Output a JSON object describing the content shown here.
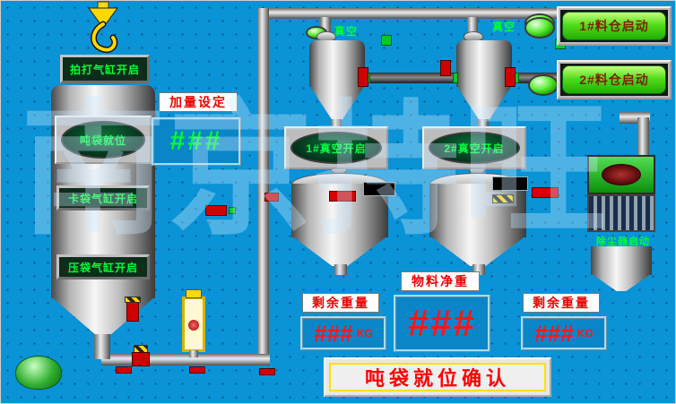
{
  "watermark": "南京持旺",
  "icons": {
    "crane_hook": "crane-hook"
  },
  "left_station": {
    "pat_button": "拍打气缸开启",
    "bag_ready": "吨袋就位",
    "clamp_button": "卡袋气缸开启",
    "press_button": "压袋气缸开启"
  },
  "dosing": {
    "label": "加量设定",
    "value": "###"
  },
  "vacuum": {
    "label1": "真空",
    "label2": "真空",
    "open1": "1#真空开启",
    "open2": "2#真空开启"
  },
  "silo": {
    "start1": "1#料仓启动",
    "start2": "2#料仓启动"
  },
  "dust": {
    "start": "除尘器启动"
  },
  "weights": {
    "remain_left": {
      "label": "剩余重量",
      "value": "###",
      "unit": "KG"
    },
    "net": {
      "label": "物料净重",
      "value": "###"
    },
    "remain_right": {
      "label": "剩余重量",
      "value": "###",
      "unit": "KG"
    }
  },
  "confirm": {
    "label": "吨袋就位确认"
  },
  "colors": {
    "background": "#0a93d6",
    "indicator_green": "#33ee33",
    "alarm_red": "#ff1515",
    "text_green": "#00ff33",
    "button_green": "#54dd1c"
  }
}
